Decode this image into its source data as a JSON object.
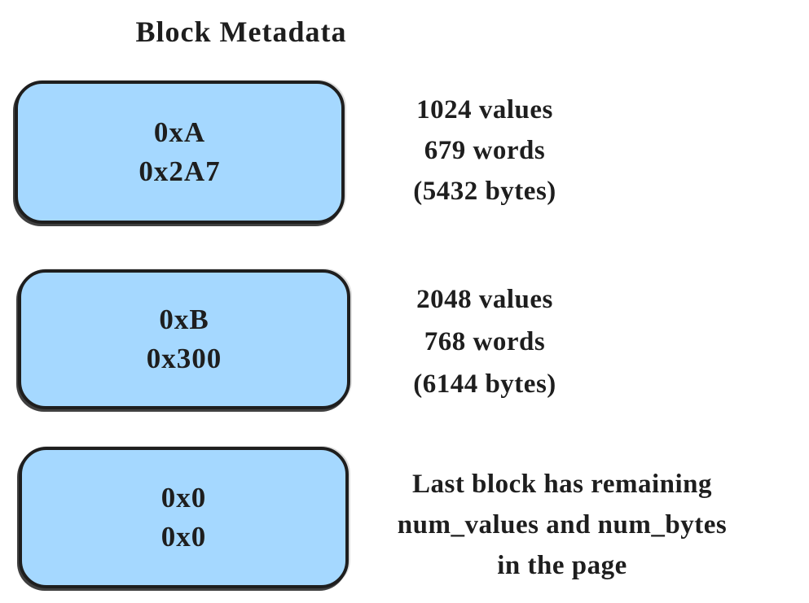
{
  "title": "Block Metadata",
  "colors": {
    "box_fill": "#a5d8ff",
    "stroke": "#1e1e1e",
    "background": "#ffffff"
  },
  "blocks": [
    {
      "box_lines": [
        "0xA",
        "0x2A7"
      ],
      "annotation_lines": [
        "1024 values",
        "679 words",
        "(5432 bytes)"
      ]
    },
    {
      "box_lines": [
        "0xB",
        "0x300"
      ],
      "annotation_lines": [
        "2048 values",
        "768 words",
        "(6144 bytes)"
      ]
    },
    {
      "box_lines": [
        "0x0",
        "0x0"
      ],
      "annotation_lines": [
        "Last block has remaining",
        "num_values and num_bytes",
        "in the page"
      ]
    }
  ]
}
